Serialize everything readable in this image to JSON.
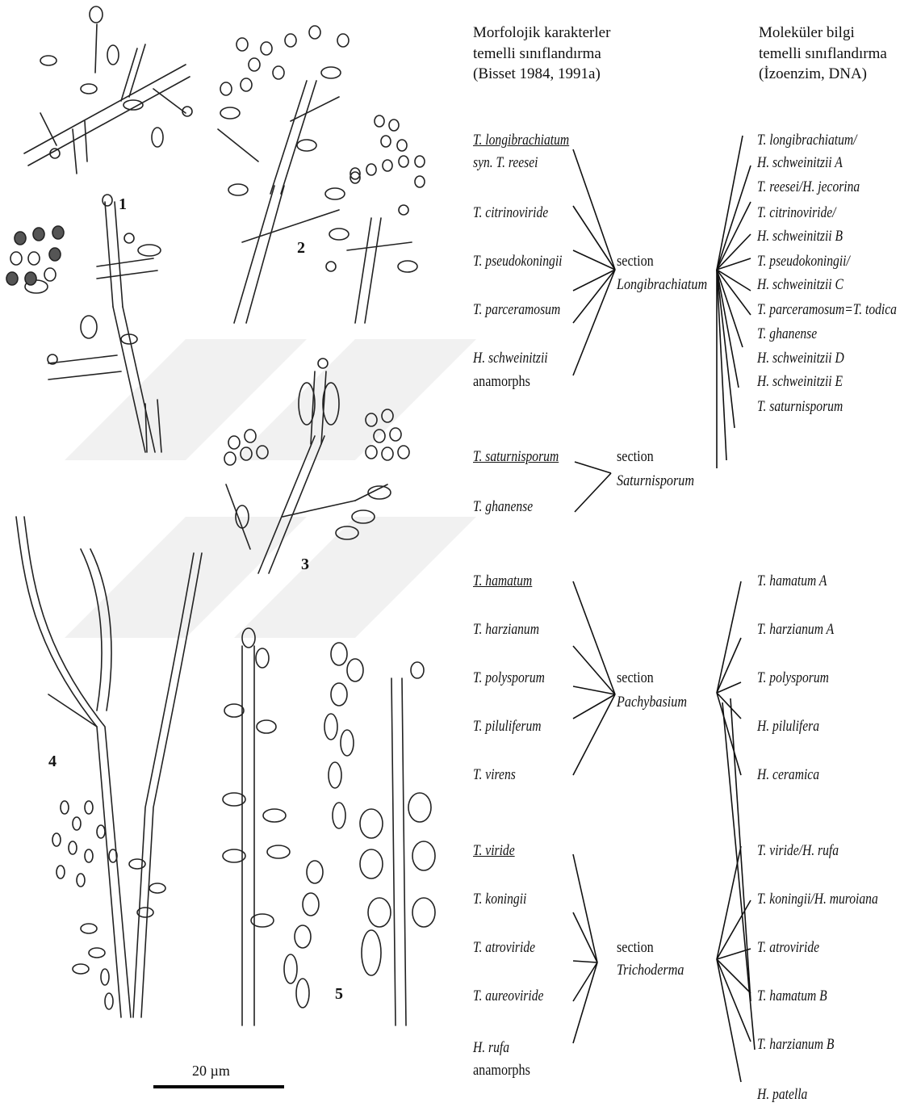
{
  "figure": {
    "panel_labels": [
      "1",
      "2",
      "3",
      "4",
      "5"
    ],
    "scale_bar": "20 µm"
  },
  "headers": {
    "left": [
      "Morfolojik karakterler",
      "temelli  sınıflandırma",
      "(Bisset 1984, 1991a)"
    ],
    "right": [
      "Moleküler bilgi",
      "temelli sınıflandırma",
      "(İzoenzim, DNA)"
    ]
  },
  "morphological_groups": [
    {
      "section_word": "section",
      "section_name": "Longibrachiatum",
      "species": [
        {
          "lines": [
            "T. longibrachiatum",
            "syn. T. reesei"
          ],
          "underlined": true
        },
        {
          "lines": [
            "T. citrinoviride"
          ],
          "underlined": false
        },
        {
          "lines": [
            "T. pseudokoningii"
          ],
          "underlined": false
        },
        {
          "lines": [
            "T. parceramosum"
          ],
          "underlined": false
        },
        {
          "lines": [
            "H. schweinitzii",
            "anamorphs"
          ],
          "underlined": false
        }
      ]
    },
    {
      "section_word": "section",
      "section_name": "Saturnisporum",
      "species": [
        {
          "lines": [
            "T. saturnisporum"
          ],
          "underlined": true
        },
        {
          "lines": [
            "T. ghanense"
          ],
          "underlined": false
        }
      ]
    },
    {
      "section_word": "section",
      "section_name": "Pachybasium",
      "species": [
        {
          "lines": [
            "T. hamatum"
          ],
          "underlined": true
        },
        {
          "lines": [
            "T. harzianum"
          ],
          "underlined": false
        },
        {
          "lines": [
            "T. polysporum"
          ],
          "underlined": false
        },
        {
          "lines": [
            "T. piluliferum"
          ],
          "underlined": false
        },
        {
          "lines": [
            "T. virens"
          ],
          "underlined": false
        }
      ]
    },
    {
      "section_word": "section",
      "section_name": "Trichoderma",
      "species": [
        {
          "lines": [
            "T. viride"
          ],
          "underlined": true
        },
        {
          "lines": [
            "T. koningii"
          ],
          "underlined": false
        },
        {
          "lines": [
            "T. atroviride"
          ],
          "underlined": false
        },
        {
          "lines": [
            "T. aureoviride"
          ],
          "underlined": false
        },
        {
          "lines": [
            "H. rufa",
            "anamorphs"
          ],
          "underlined": false
        }
      ]
    }
  ],
  "molecular_groups": [
    [
      "T. longibrachiatum/",
      "H. schweinitzii A",
      "T. reesei/H. jecorina",
      "T. citrinoviride/",
      "H. schweinitzii B",
      "T. pseudokoningii/",
      "H. schweinitzii C",
      "T. parceramosum=T. todica",
      "T. ghanense",
      "H. schweinitzii D",
      "H. schweinitzii E",
      "T. saturnisporum"
    ],
    [
      "T. hamatum A",
      "T. harzianum A",
      "T. polysporum",
      "H. pilulifera",
      "H. ceramica"
    ],
    [
      "T. viride/H. rufa",
      "T. koningii/H. muroiana",
      "T. atroviride",
      "T. hamatum B",
      "T. harzianum B",
      "H. patella"
    ]
  ]
}
